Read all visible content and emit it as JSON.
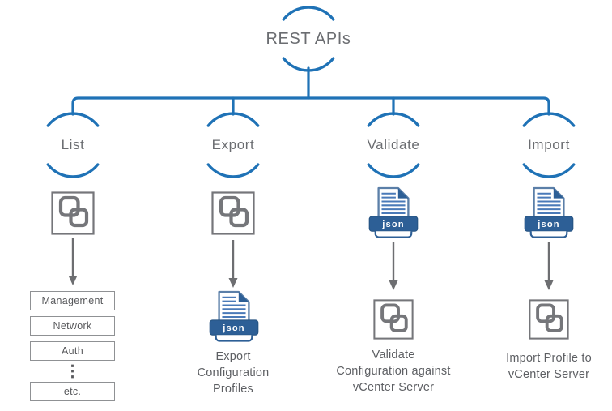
{
  "diagram": {
    "root": {
      "label": "REST APIs"
    },
    "branches": [
      {
        "label": "List",
        "icon_top": "profile-icon",
        "list_items": [
          "Management",
          "Network",
          "Auth",
          "etc."
        ],
        "list_ellipsis": "⋮"
      },
      {
        "label": "Export",
        "icon_top": "profile-icon",
        "icon_bottom": "json-file-icon",
        "caption": "Export Configuration Profiles",
        "caption_lines": [
          "Export",
          "Configuration",
          "Profiles"
        ]
      },
      {
        "label": "Validate",
        "icon_top": "json-file-icon",
        "icon_bottom": "profile-icon",
        "caption": "Validate Configuration against vCenter Server",
        "caption_lines": [
          "Validate",
          "Configuration against",
          "vCenter Server"
        ]
      },
      {
        "label": "Import",
        "icon_top": "json-file-icon",
        "icon_bottom": "profile-icon",
        "caption": "Import Profile to vCenter Server",
        "caption_lines": [
          "Import Profile to",
          "vCenter Server"
        ]
      }
    ],
    "json_badge_label": "json",
    "colors": {
      "connector_blue": "#1f72b6",
      "banner_blue": "#2d5f96",
      "document_line_blue": "#4a7ab8",
      "icon_gray": "#75767a",
      "text_gray": "#5d5f63"
    }
  }
}
